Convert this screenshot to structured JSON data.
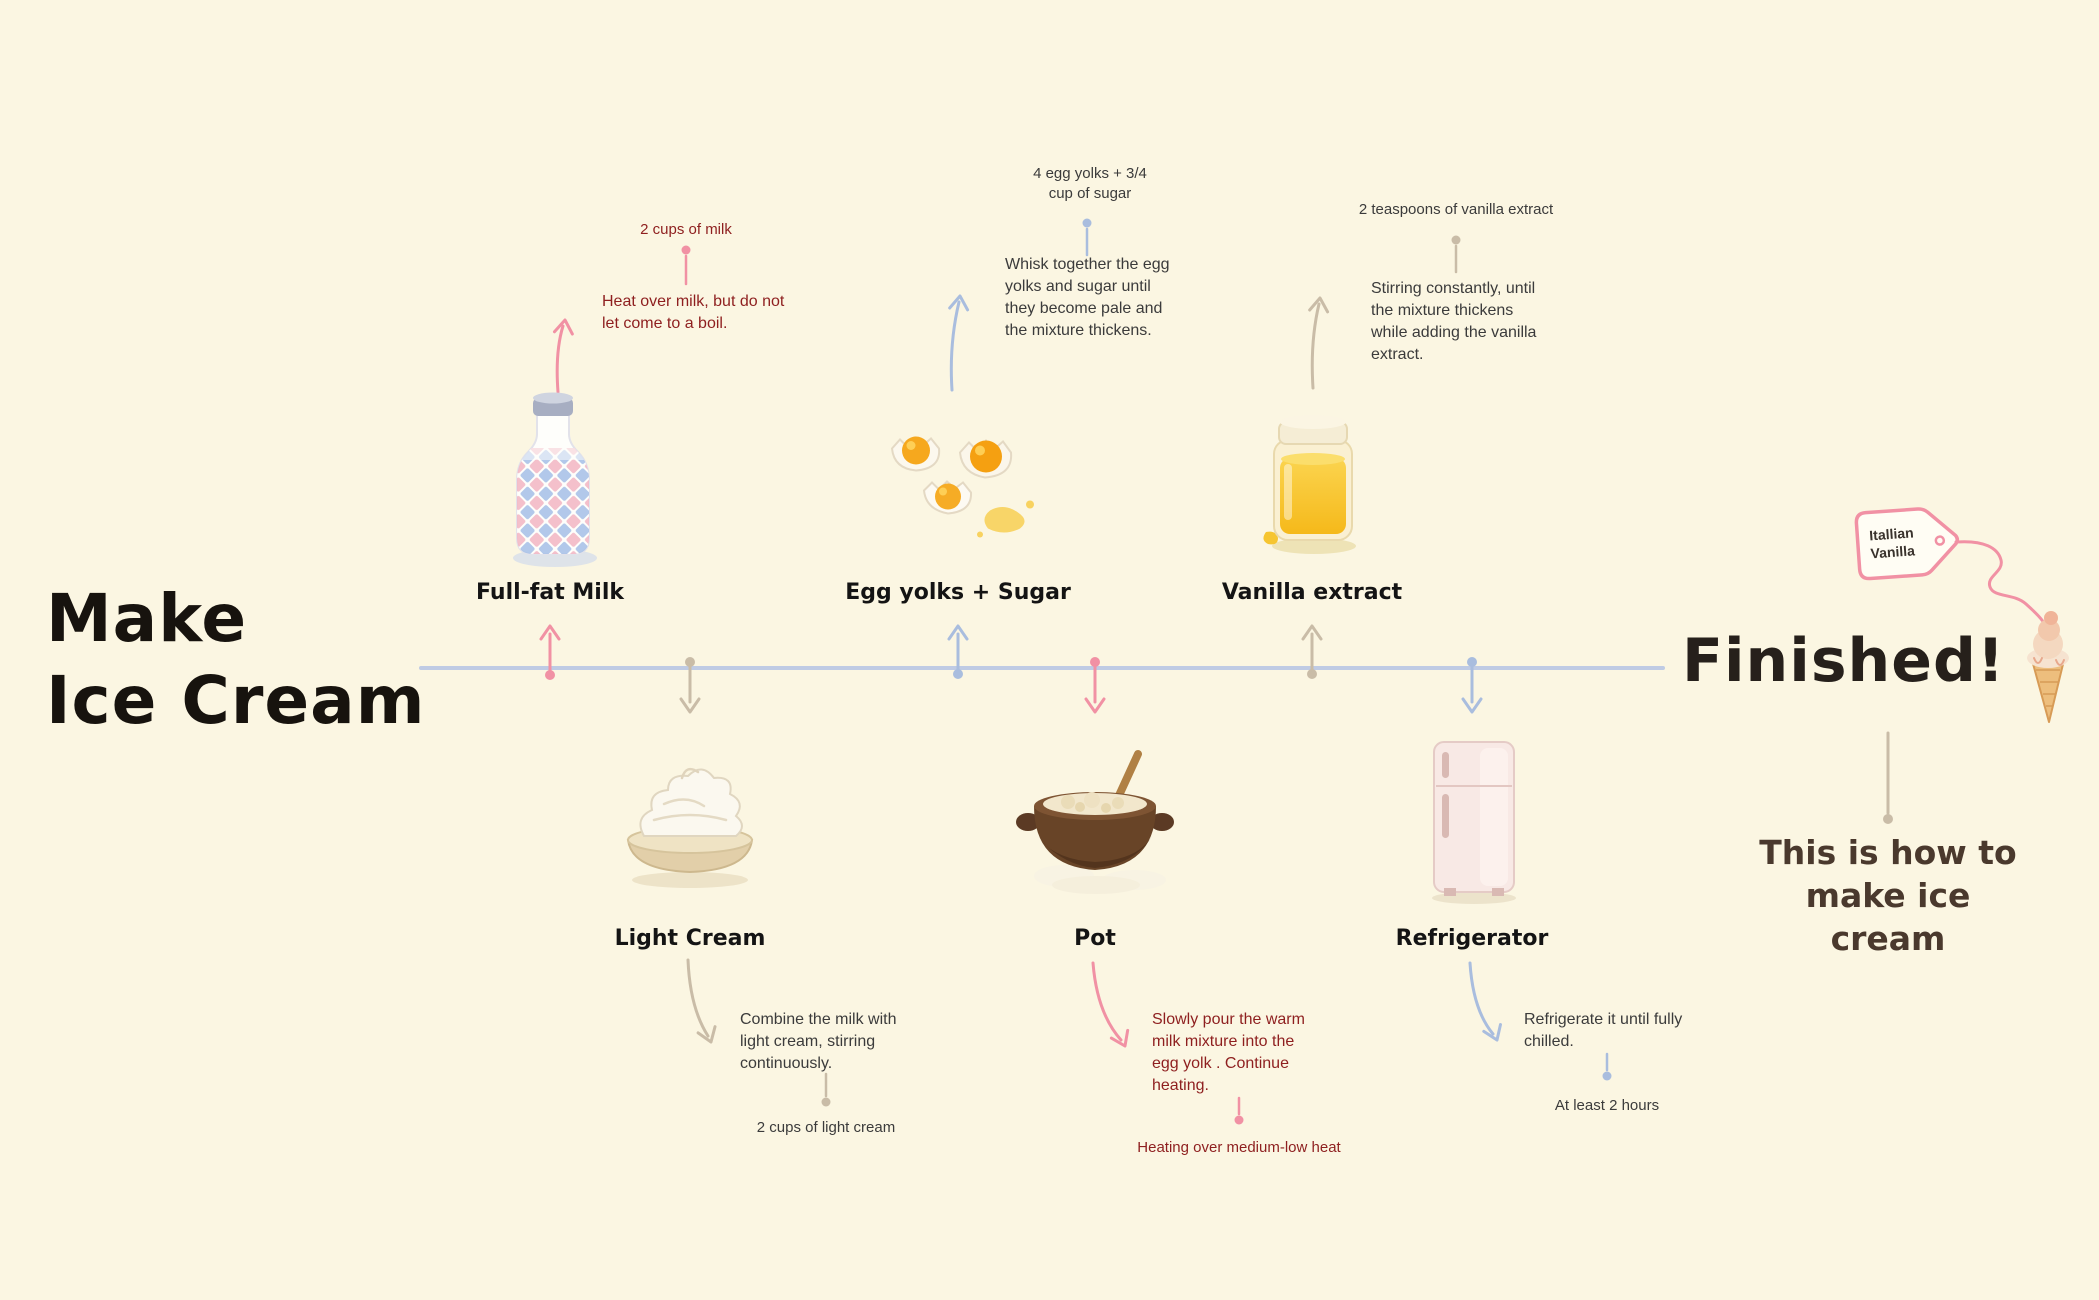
{
  "title": {
    "line1": "Make",
    "line2": "Ice Cream"
  },
  "steps": [
    {
      "id": "milk",
      "label": "Full-fat Milk",
      "side": "top",
      "quantity": "2 cups of milk",
      "instruction": "Heat over milk, but do not let come to a boil.",
      "accent": "#F191A4",
      "icon": "milk-bottle-icon"
    },
    {
      "id": "egg",
      "label": "Egg yolks + Sugar",
      "side": "top",
      "quantity": "4 egg yolks + 3/4 cup of sugar",
      "instruction": "Whisk together the egg yolks and sugar until they become pale and the mixture thickens.",
      "accent": "#A9BDDE",
      "icon": "cracked-eggs-icon"
    },
    {
      "id": "vanilla",
      "label": "Vanilla extract",
      "side": "top",
      "quantity": "2 teaspoons of vanilla extract",
      "instruction": "Stirring constantly, until the mixture thickens while adding the vanilla extract.",
      "accent": "#C9BCA7",
      "icon": "vanilla-jar-icon"
    },
    {
      "id": "cream",
      "label": "Light Cream",
      "side": "bottom",
      "quantity": "2 cups of light cream",
      "instruction": "Combine the milk with light cream, stirring continuously.",
      "accent": "#C9BCA7",
      "icon": "cream-bowl-icon"
    },
    {
      "id": "pot",
      "label": "Pot",
      "side": "bottom",
      "quantity": "Heating over medium-low heat",
      "instruction": "Slowly pour the warm milk mixture into the egg yolk . Continue heating.",
      "accent": "#F191A4",
      "icon": "pot-icon"
    },
    {
      "id": "fridge",
      "label": "Refrigerator",
      "side": "bottom",
      "quantity": "At least 2 hours",
      "instruction": "Refrigerate it until fully chilled.",
      "accent": "#A9BDDE",
      "icon": "refrigerator-icon"
    }
  ],
  "finished": {
    "title": "Finished!",
    "tag": {
      "line1": "Itallian",
      "line2": "Vanilla"
    },
    "caption_lines": [
      "This is how to",
      "make ice",
      "cream"
    ],
    "cone_icon": "ice-cream-cone-icon",
    "tag_icon": "vanilla-tag-icon"
  },
  "colors": {
    "background": "#FBF6E2",
    "timeline": "#BFCBE4",
    "pink": "#F191A4",
    "blue": "#A9BDDE",
    "tan": "#C9BCA7",
    "red_text": "#8E1F1F",
    "dark_text": "#3B3B3B",
    "caption_brown": "#4A392D"
  }
}
